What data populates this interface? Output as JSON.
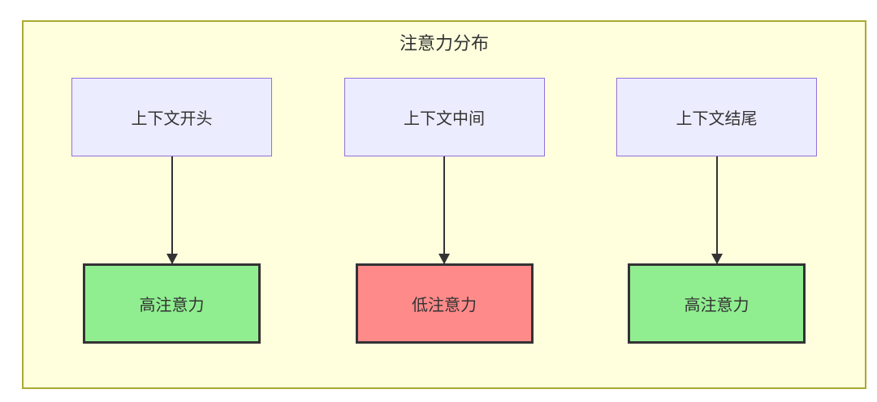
{
  "diagram": {
    "type": "flowchart",
    "title": "注意力分布",
    "columns": [
      {
        "source": "上下文开头",
        "target": "高注意力",
        "target_type": "high"
      },
      {
        "source": "上下文中间",
        "target": "低注意力",
        "target_type": "low"
      },
      {
        "source": "上下文结尾",
        "target": "高注意力",
        "target_type": "high"
      }
    ],
    "colors": {
      "container_fill": "#ffffde",
      "container_border": "#aaaa33",
      "source_fill": "#ececff",
      "source_border": "#9370db",
      "high_fill": "#90ee90",
      "low_fill": "#ff8a8a",
      "target_border": "#333333",
      "arrow": "#333333",
      "text": "#333333"
    }
  }
}
